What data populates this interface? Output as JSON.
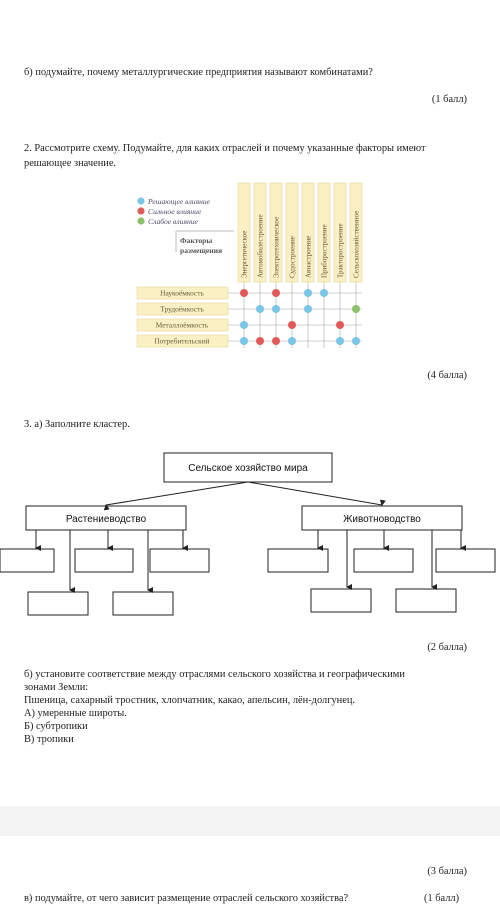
{
  "q1b": {
    "text": "б) подумайте, почему металлургические предприятия называют комбинатами?",
    "score": "(1 балл)"
  },
  "q2": {
    "text_line1": "2. Рассмотрите схему. Подумайте, для каких отраслей и почему указанные факторы имеют",
    "text_line2": "решающее значение.",
    "score": "(4 балла)",
    "legend": [
      "Решающее влияние",
      "Сильное влияние",
      "Слабое влияние"
    ],
    "factors_header": [
      "Факторы",
      "размещения"
    ],
    "industries": [
      "Энергетическое",
      "Автомобилестроение",
      "Электротехническое",
      "Судостроение",
      "Авиастроение",
      "Приборостроение",
      "Тракторостроение",
      "Сельскохозяйственное"
    ],
    "factors": [
      "Наукоёмкость",
      "Трудоёмкость",
      "Металлоёмкость",
      "Потребительский"
    ],
    "colors": {
      "decisive": "#7ac6e6",
      "strong": "#e05a5a",
      "weak": "#8cc06a"
    }
  },
  "q3a": {
    "text": "3. а) Заполните кластер.",
    "root": "Сельское хозяйство мира",
    "left": "Растениеводство",
    "right": "Животноводство",
    "score": "(2 балла)"
  },
  "q3b": {
    "line1": "б)  установите  соответствие  между  отраслями  сельского  хозяйства  и  географическими",
    "line2": "зонами Земли:",
    "line3": "Пшеница, сахарный тростник, хлопчатник, какао, апельсин, лён-долгунец.",
    "a": "А) умеренные широты.",
    "b": "Б) субтропики",
    "c": "В) тропики"
  },
  "score3": "(3 балла)",
  "q3c": {
    "text": "в) подумайте, от чего зависит размещение отраслей сельского хозяйства?",
    "score": "(1 балл)"
  }
}
